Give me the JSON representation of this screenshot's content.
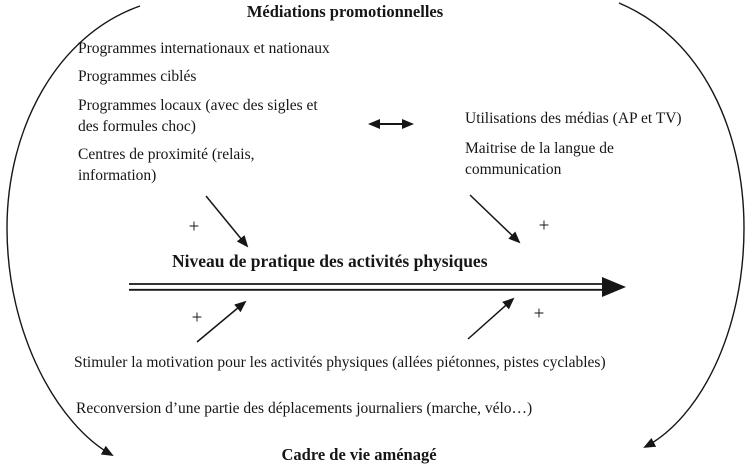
{
  "diagram": {
    "top_title": "Médiations promotionnelles",
    "bottom_title": "Cadre de vie aménagé",
    "center_label": "Niveau de pratique des activités physiques",
    "left_items": [
      "Programmes internationaux et nationaux",
      "Programmes ciblés",
      "Programmes locaux (avec des sigles et des formules choc)",
      "Centres de proximité (relais, information)"
    ],
    "right_items": [
      "Utilisations des médias (AP et TV)",
      "Maitrise de la langue de communication"
    ],
    "bottom_items": [
      "Stimuler la motivation pour les activités physiques (allées piétonnes, pistes cyclables)",
      "Reconversion d’une partie des déplacements journaliers (marche, vélo…)"
    ],
    "plus_sign": "+",
    "colors": {
      "ink": "#161616",
      "background": "#ffffff"
    }
  }
}
